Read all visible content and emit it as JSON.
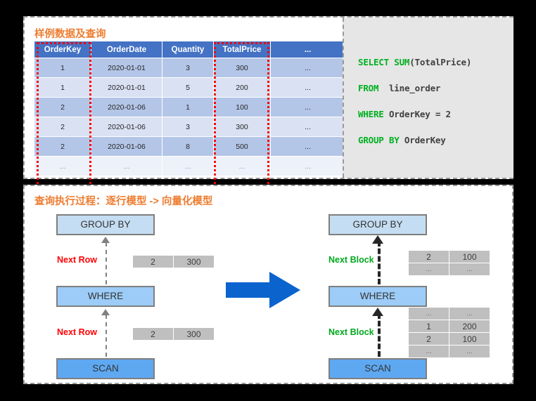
{
  "top_panel": {
    "title": "样例数据及查询",
    "table": {
      "headers": [
        "OrderKey",
        "OrderDate",
        "Quantity",
        "TotalPrice",
        "..."
      ],
      "rows": [
        [
          "1",
          "2020-01-01",
          "3",
          "300",
          "..."
        ],
        [
          "1",
          "2020-01-01",
          "5",
          "200",
          "..."
        ],
        [
          "2",
          "2020-01-06",
          "1",
          "100",
          "..."
        ],
        [
          "2",
          "2020-01-06",
          "3",
          "300",
          "..."
        ],
        [
          "2",
          "2020-01-06",
          "8",
          "500",
          "..."
        ],
        [
          "...",
          "...",
          "...",
          "...",
          "..."
        ]
      ],
      "highlighted_columns": [
        "OrderKey",
        "TotalPrice"
      ],
      "highlight_color": "#FF0000",
      "header_color": "#4472C4"
    },
    "sql": {
      "line1_keyword": "SELECT SUM",
      "line1_rest": "(TotalPrice)",
      "line2_keyword": "FROM",
      "line2_rest": "  line_order",
      "line3_keyword": "WHERE",
      "line3_rest": " OrderKey = 2",
      "line4_keyword": "GROUP BY",
      "line4_rest": " OrderKey",
      "keyword_color": "#00B020",
      "text_color": "#404040",
      "background": "#e6e6e6"
    }
  },
  "bottom_panel": {
    "title": "查询执行过程：逐行模型 -> 向量化模型",
    "left_flow": {
      "model_name": "逐行模型",
      "operators": [
        {
          "label": "GROUP BY",
          "color": "#C5DDF2"
        },
        {
          "label": "WHERE",
          "color": "#9CCCF7"
        },
        {
          "label": "SCAN",
          "color": "#5EA8F2"
        }
      ],
      "edge_label": "Next Row",
      "edge_label_color": "#FF0000",
      "data_strips": [
        {
          "rows": [
            [
              "2",
              "300"
            ]
          ]
        },
        {
          "rows": [
            [
              "2",
              "300"
            ]
          ]
        }
      ]
    },
    "right_flow": {
      "model_name": "向量化模型",
      "operators": [
        {
          "label": "GROUP BY",
          "color": "#C5DDF2"
        },
        {
          "label": "WHERE",
          "color": "#9CCCF7"
        },
        {
          "label": "SCAN",
          "color": "#5EA8F2"
        }
      ],
      "edge_label": "Next Block",
      "edge_label_color": "#00A81E",
      "data_blocks": [
        {
          "rows": [
            [
              "2",
              "100"
            ],
            [
              "...",
              "..."
            ]
          ]
        },
        {
          "rows": [
            [
              "...",
              "..."
            ],
            [
              "1",
              "200"
            ],
            [
              "2",
              "100"
            ],
            [
              "...",
              "..."
            ]
          ]
        }
      ]
    },
    "transition_arrow_color": "#0B63CE"
  }
}
